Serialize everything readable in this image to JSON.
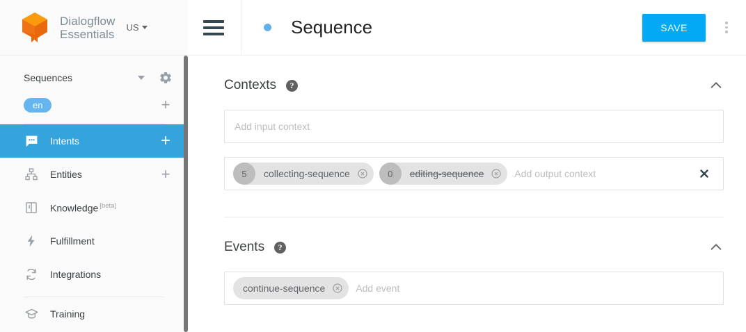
{
  "brand": {
    "logo_icon": "dialogflow-cube-logo",
    "line1": "Dialogflow",
    "line2": "Essentials",
    "region": "US",
    "accent_orange": "#F29100",
    "accent_orange_dark": "#E8680B"
  },
  "sidebar": {
    "agent_name": "Sequences",
    "gear_icon": "gear-icon",
    "agent_caret_icon": "caret-down-icon",
    "language_chip": "en",
    "add_language_icon": "plus-icon",
    "active_color": "#35A4DC",
    "items": [
      {
        "label": "Intents",
        "icon": "intents-chat-icon",
        "active": true,
        "add": "+"
      },
      {
        "label": "Entities",
        "icon": "entities-tree-icon",
        "active": false,
        "add": "+"
      },
      {
        "label": "Knowledge",
        "icon": "knowledge-book-icon",
        "active": false,
        "badge": "[beta]"
      },
      {
        "label": "Fulfillment",
        "icon": "fulfillment-bolt-icon",
        "active": false
      },
      {
        "label": "Integrations",
        "icon": "integrations-refresh-icon",
        "active": false
      },
      {
        "label": "Training",
        "icon": "training-cap-icon",
        "active": false
      }
    ]
  },
  "topbar": {
    "menu_icon": "hamburger-menu-icon",
    "status_dot": "blue-status-dot",
    "title": "Sequence",
    "save_label": "SAVE",
    "more_icon": "kebab-menu-icon",
    "save_color": "#03A9F4",
    "dot_color": "#63B0E8"
  },
  "contexts": {
    "title": "Contexts",
    "help_icon": "help-icon",
    "collapse_icon": "chevron-up-icon",
    "input_placeholder": "Add input context",
    "output_placeholder": "Add output context",
    "clear_icon": "clear-x-icon",
    "output_chips": [
      {
        "lifespan": "5",
        "label": "collecting-sequence",
        "expired": false,
        "remove_icon": "remove-circle-icon"
      },
      {
        "lifespan": "0",
        "label": "editing-sequence",
        "expired": true,
        "remove_icon": "remove-circle-icon"
      }
    ]
  },
  "events": {
    "title": "Events",
    "help_icon": "help-icon",
    "collapse_icon": "chevron-up-icon",
    "placeholder": "Add event",
    "chips": [
      {
        "label": "continue-sequence",
        "remove_icon": "remove-circle-icon"
      }
    ]
  }
}
